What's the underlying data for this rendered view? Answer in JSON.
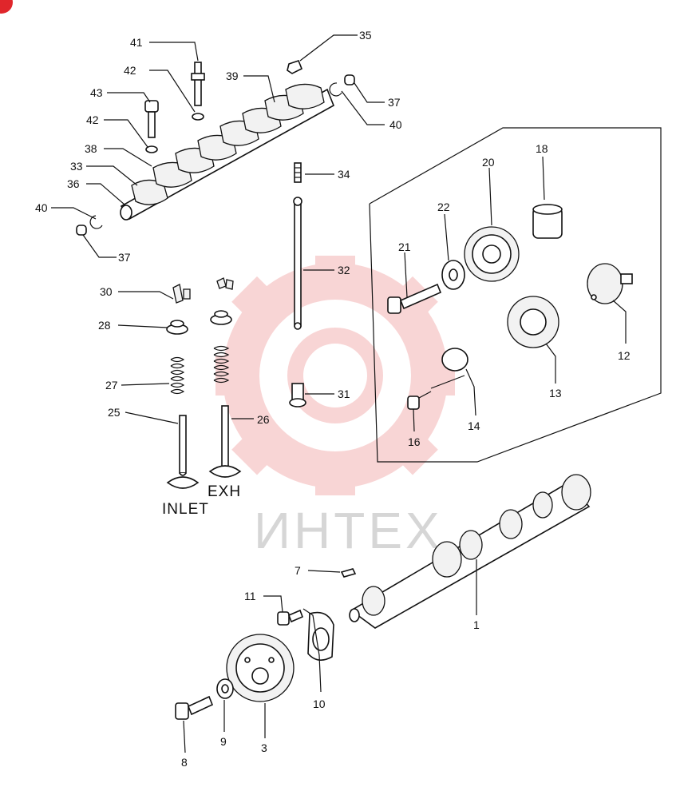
{
  "brand": {
    "watermark_text": "ИНТЕХ",
    "watermark_color": "#f4b3b3",
    "corner_badge_color": "#e0262b"
  },
  "captions": {
    "inlet": "INLET",
    "exh": "EXH"
  },
  "callouts": [
    {
      "id": "41",
      "label": "41"
    },
    {
      "id": "35",
      "label": "35"
    },
    {
      "id": "42a",
      "label": "42"
    },
    {
      "id": "39",
      "label": "39"
    },
    {
      "id": "37a",
      "label": "37"
    },
    {
      "id": "43",
      "label": "43"
    },
    {
      "id": "40a",
      "label": "40"
    },
    {
      "id": "42b",
      "label": "42"
    },
    {
      "id": "38",
      "label": "38"
    },
    {
      "id": "18",
      "label": "18"
    },
    {
      "id": "20",
      "label": "20"
    },
    {
      "id": "33",
      "label": "33"
    },
    {
      "id": "34",
      "label": "34"
    },
    {
      "id": "36",
      "label": "36"
    },
    {
      "id": "40b",
      "label": "40"
    },
    {
      "id": "22",
      "label": "22"
    },
    {
      "id": "21",
      "label": "21"
    },
    {
      "id": "37b",
      "label": "37"
    },
    {
      "id": "32",
      "label": "32"
    },
    {
      "id": "30",
      "label": "30"
    },
    {
      "id": "12",
      "label": "12"
    },
    {
      "id": "28",
      "label": "28"
    },
    {
      "id": "27",
      "label": "27"
    },
    {
      "id": "31",
      "label": "31"
    },
    {
      "id": "13",
      "label": "13"
    },
    {
      "id": "25",
      "label": "25"
    },
    {
      "id": "26",
      "label": "26"
    },
    {
      "id": "14",
      "label": "14"
    },
    {
      "id": "16",
      "label": "16"
    },
    {
      "id": "7",
      "label": "7"
    },
    {
      "id": "11",
      "label": "11"
    },
    {
      "id": "1",
      "label": "1"
    },
    {
      "id": "10",
      "label": "10"
    },
    {
      "id": "9",
      "label": "9"
    },
    {
      "id": "3",
      "label": "3"
    },
    {
      "id": "8",
      "label": "8"
    }
  ]
}
